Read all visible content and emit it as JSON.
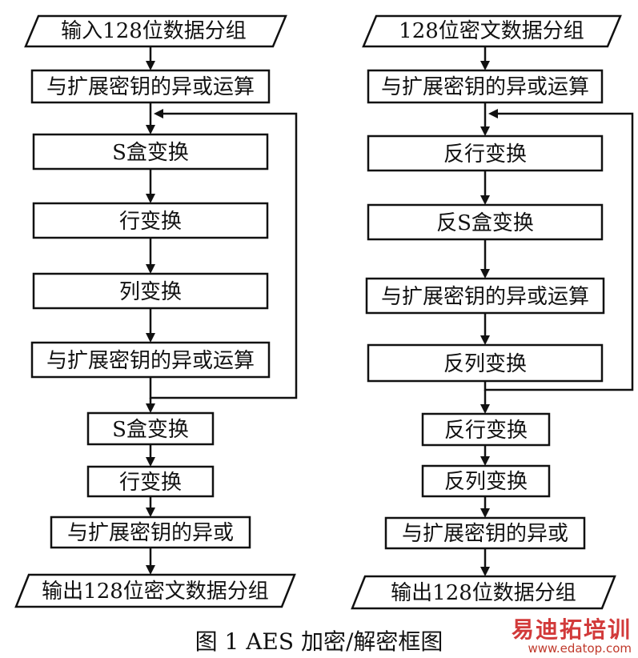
{
  "encryption": {
    "input": "输入128位数据分组",
    "initial_round_key": "与扩展密钥的异或运算",
    "loop_sbox": "S盒变换",
    "loop_shift_rows": "行变换",
    "loop_mix_columns": "列变换",
    "loop_add_round_key": "与扩展密钥的异或运算",
    "final_sbox": "S盒变换",
    "final_shift_rows": "行变换",
    "final_add_round_key": "与扩展密钥的异或",
    "output": "输出128位密文数据分组"
  },
  "decryption": {
    "input": "128位密文数据分组",
    "initial_round_key": "与扩展密钥的异或运算",
    "loop_inv_shift_rows": "反行变换",
    "loop_inv_sbox": "反S盒变换",
    "loop_add_round_key": "与扩展密钥的异或运算",
    "loop_inv_mix_columns": "反列变换",
    "final_inv_shift_rows": "反行变换",
    "final_inv_mix_columns": "反列变换",
    "final_add_round_key": "与扩展密钥的异或",
    "output": "输出128位数据分组"
  },
  "caption": "图 1   AES 加密/解密框图",
  "watermark": {
    "title": "易迪拓培训",
    "url": "www.edatop.com"
  }
}
